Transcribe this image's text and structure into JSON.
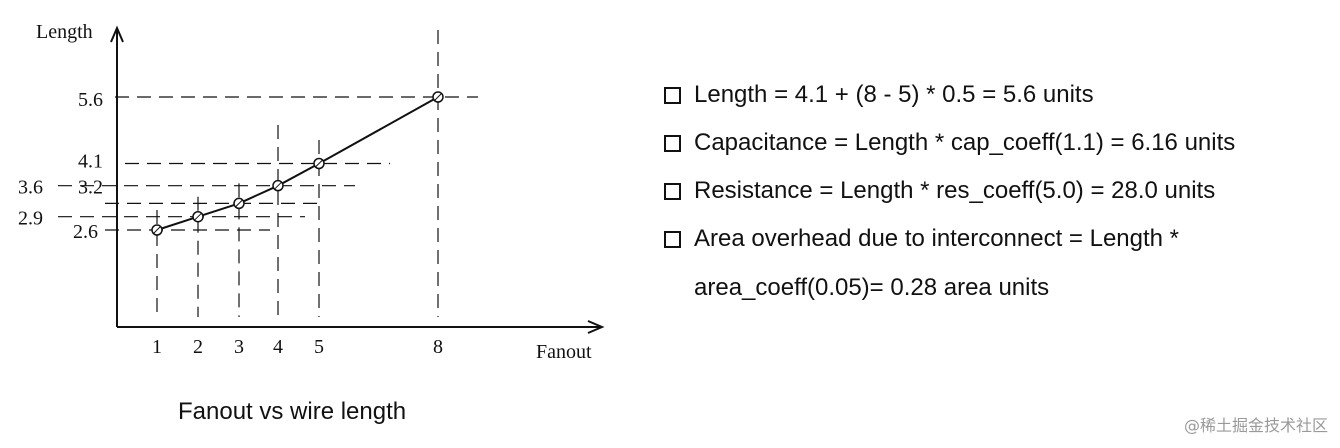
{
  "chart_data": {
    "type": "line",
    "title": "Fanout vs wire length",
    "xlabel": "Fanout",
    "ylabel": "Length",
    "x": [
      1,
      2,
      3,
      4,
      5,
      8
    ],
    "y": [
      2.6,
      2.9,
      3.2,
      3.6,
      4.1,
      5.6
    ],
    "x_ticks": [
      "1",
      "2",
      "3",
      "4",
      "5",
      "8"
    ],
    "y_ticks": [
      "2.6",
      "2.9",
      "3.2",
      "3.6",
      "4.1",
      "5.6"
    ],
    "marker": "circle",
    "guide_lines": "dashed",
    "grid": false
  },
  "bullets": [
    {
      "text": "Length = 4.1 + (8 - 5) * 0.5 = 5.6 units"
    },
    {
      "text": "Capacitance = Length * cap_coeff(1.1) = 6.16 units"
    },
    {
      "text": "Resistance = Length * res_coeff(5.0) = 28.0 units"
    },
    {
      "text": "Area overhead due to interconnect = Length *",
      "text2": "area_coeff(0.05)= 0.28 area units"
    }
  ],
  "watermark": "@稀土掘金技术社区",
  "colors": {
    "ink": "#111111",
    "watermark": "#9a9a9a"
  }
}
